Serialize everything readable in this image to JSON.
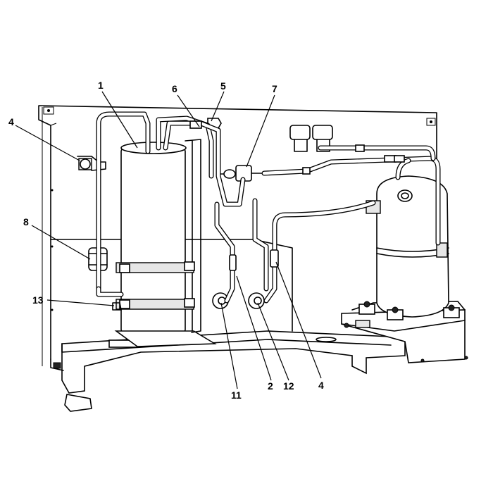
{
  "callouts": {
    "c1": "1",
    "c2": "2",
    "c4a": "4",
    "c4b": "4",
    "c5": "5",
    "c6": "6",
    "c7": "7",
    "c8": "8",
    "c11": "11",
    "c12": "12",
    "c13": "13"
  }
}
